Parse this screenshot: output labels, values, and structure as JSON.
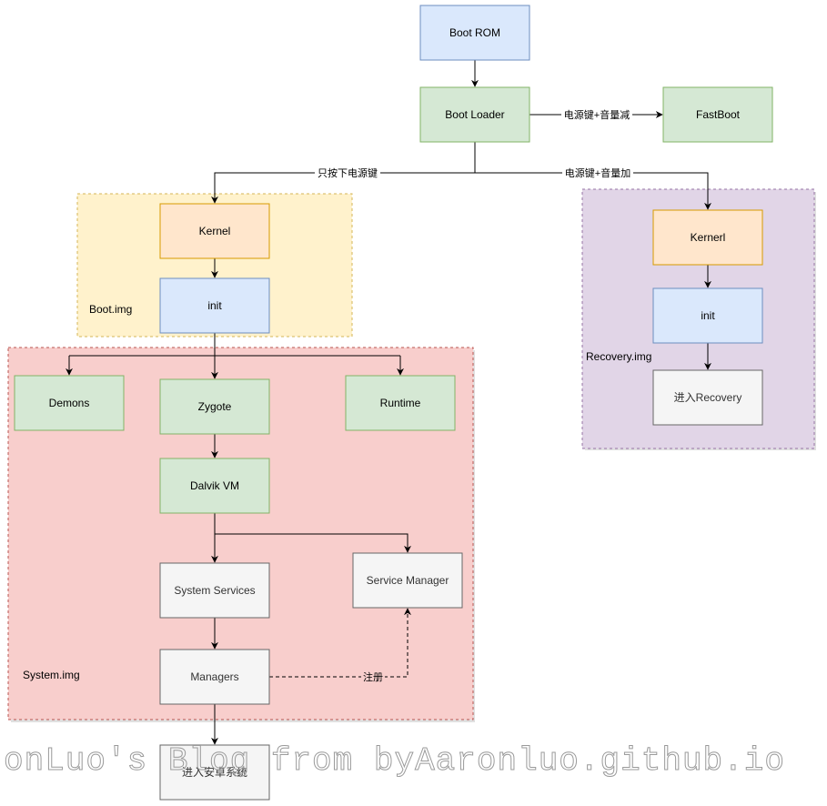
{
  "groups": {
    "boot": {
      "label": "Boot.img",
      "fill": "#fff2cc",
      "stroke": "#d6b656"
    },
    "recovery": {
      "label": "Recovery.img",
      "fill": "#e1d5e7",
      "stroke": "#9673a6"
    },
    "system": {
      "label": "System.img",
      "fill": "#f8cecc",
      "stroke": "#b85450"
    }
  },
  "nodes": {
    "boot_rom": {
      "label": "Boot ROM",
      "fill": "#dae8fc",
      "stroke": "#6c8ebf"
    },
    "boot_loader": {
      "label": "Boot Loader",
      "fill": "#d5e8d4",
      "stroke": "#82b366"
    },
    "fastboot": {
      "label": "FastBoot",
      "fill": "#d5e8d4",
      "stroke": "#82b366"
    },
    "kernel": {
      "label": "Kernel",
      "fill": "#ffe6cc",
      "stroke": "#d79b00"
    },
    "init_boot": {
      "label": "init",
      "fill": "#dae8fc",
      "stroke": "#6c8ebf"
    },
    "kernerl_rec": {
      "label": "Kernerl",
      "fill": "#ffe6cc",
      "stroke": "#d79b00"
    },
    "init_rec": {
      "label": "init",
      "fill": "#dae8fc",
      "stroke": "#6c8ebf"
    },
    "enter_recovery": {
      "label": "进入Recovery",
      "fill": "#f5f5f5",
      "stroke": "#666666"
    },
    "demons": {
      "label": "Demons",
      "fill": "#d5e8d4",
      "stroke": "#82b366"
    },
    "zygote": {
      "label": "Zygote",
      "fill": "#d5e8d4",
      "stroke": "#82b366"
    },
    "runtime": {
      "label": "Runtime",
      "fill": "#d5e8d4",
      "stroke": "#82b366"
    },
    "dalvik": {
      "label": "Dalvik VM",
      "fill": "#d5e8d4",
      "stroke": "#82b366"
    },
    "system_services": {
      "label": "System Services",
      "fill": "#f5f5f5",
      "stroke": "#666666"
    },
    "service_manager": {
      "label": "Service Manager",
      "fill": "#f5f5f5",
      "stroke": "#666666"
    },
    "managers": {
      "label": "Managers",
      "fill": "#f5f5f5",
      "stroke": "#666666"
    },
    "enter_android": {
      "label": "进入安卓系统",
      "fill": "#f5f5f5",
      "stroke": "#666666"
    }
  },
  "edges": {
    "power_vol_down": "电源键+音量减",
    "power_only": "只按下电源键",
    "power_vol_up": "电源键+音量加",
    "register": "注册"
  },
  "watermark": "onLuo's Blog from byAaronluo.github.io"
}
